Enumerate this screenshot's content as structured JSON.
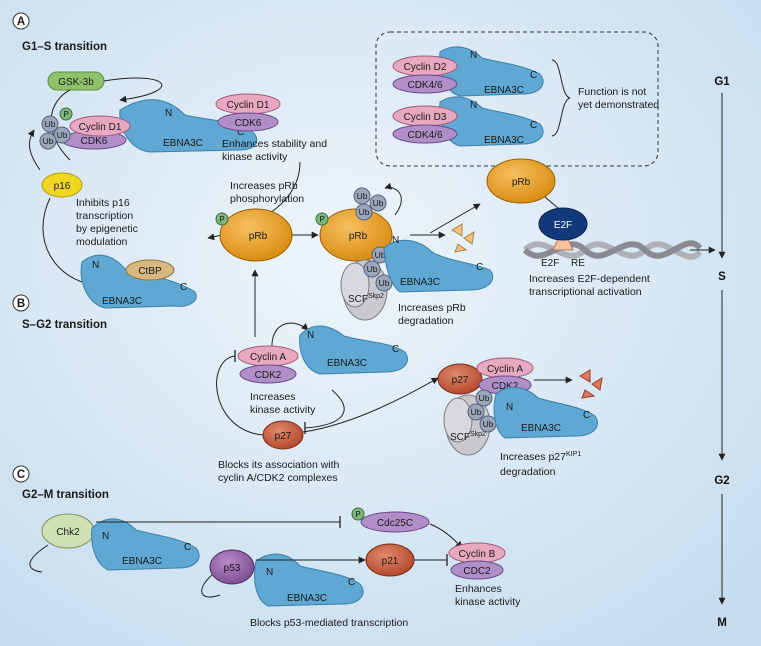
{
  "panels": {
    "a": {
      "letter": "A",
      "title": "G1–S transition"
    },
    "b": {
      "letter": "B",
      "title": "S–G2 transition"
    },
    "c": {
      "letter": "C",
      "title": "G2–M transition"
    }
  },
  "phases": [
    "G1",
    "S",
    "G2",
    "M"
  ],
  "molecules": {
    "gsk3b": "GSK-3b",
    "p": "P",
    "ub": "Ub",
    "cyclin_d1": "Cyclin D1",
    "cyclin_d2": "Cyclin D2",
    "cyclin_d3": "Cyclin D3",
    "cdk6": "CDK6",
    "cdk46": "CDK4/6",
    "ebna3c": "EBNA3C",
    "n": "N",
    "c": "C",
    "p16": "p16",
    "ctbp": "CtBP",
    "prb": "pRb",
    "e2f": "E2F",
    "e2f_re_e2f": "E2F",
    "e2f_re_re": "RE",
    "scf": "SCF",
    "scf_sup": "Skp2",
    "cyclin_a": "Cyclin A",
    "cdk2": "CDK2",
    "p27": "p27",
    "chk2": "Chk2",
    "cdc25c": "Cdc25C",
    "p53": "p53",
    "p21": "p21",
    "cyclin_b": "Cyclin B",
    "cdc2": "CDC2"
  },
  "annotations": {
    "stability_1": "Enhances stability and",
    "stability_2": "kinase activity",
    "function_1": "Function is not",
    "function_2": "yet demonstrated",
    "p16_1": "Inhibits p16",
    "p16_2": "transcription",
    "p16_3": "by epigenetic",
    "p16_4": "modulation",
    "prb_phos_1": "Increases pRb",
    "prb_phos_2": "phosphorylation",
    "prb_deg_1": "Increases pRb",
    "prb_deg_2": "degradation",
    "e2f_act_1": "Increases E2F-dependent",
    "e2f_act_2": "transcriptional activation",
    "kinase_1": "Increases",
    "kinase_2": "kinase activity",
    "p27deg_1": "Increases p27",
    "p27deg_sup": "KIP1",
    "p27deg_2": "degradation",
    "blocks_1": "Blocks its association with",
    "blocks_2": "cyclin A/CDK2 complexes",
    "enh_1": "Enhances",
    "enh_2": "kinase activity",
    "p53block": "Blocks p53-mediated transcription"
  }
}
